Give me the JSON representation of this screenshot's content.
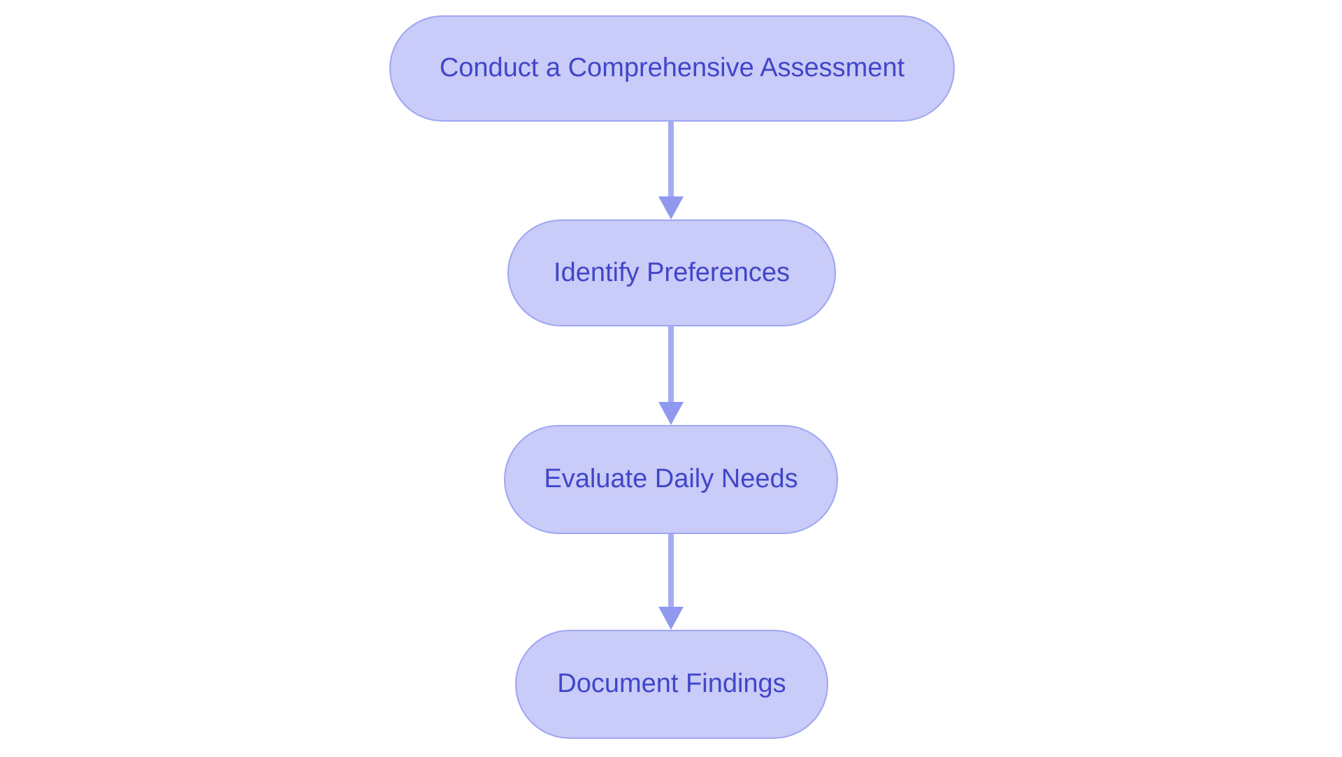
{
  "diagram": {
    "type": "flowchart",
    "direction": "top-down",
    "background_color": "#ffffff",
    "node_fill_color": "#c9cbf8",
    "node_border_color": "#9ea6f2",
    "node_text_color": "#4146c8",
    "arrow_line_color": "#a6acf4",
    "arrow_head_color": "#8f9aef",
    "steps": [
      {
        "label": "Conduct a Comprehensive Assessment"
      },
      {
        "label": "Identify Preferences"
      },
      {
        "label": "Evaluate Daily Needs"
      },
      {
        "label": "Document Findings"
      }
    ],
    "connections": [
      {
        "from": "Conduct a Comprehensive Assessment",
        "to": "Identify Preferences"
      },
      {
        "from": "Identify Preferences",
        "to": "Evaluate Daily Needs"
      },
      {
        "from": "Evaluate Daily Needs",
        "to": "Document Findings"
      }
    ]
  }
}
